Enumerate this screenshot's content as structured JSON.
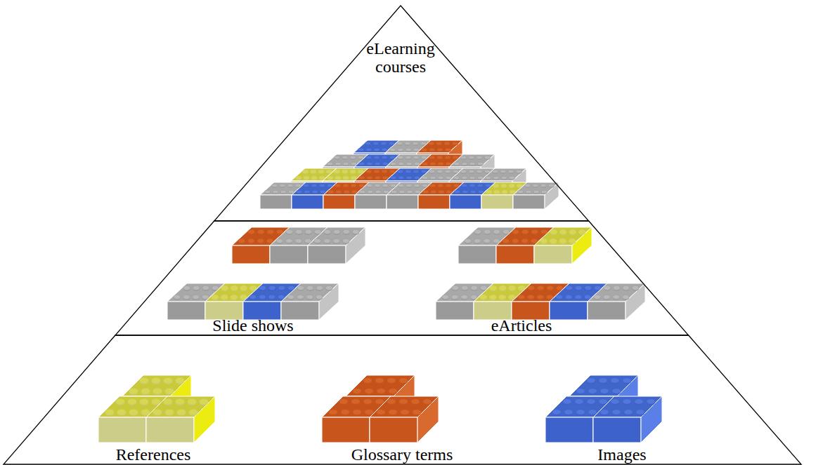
{
  "diagram": {
    "nodes": [
      {
        "text": [
          "eLearning courses"
        ]
      },
      {
        "text": [
          "Slide shows",
          "eArticles"
        ]
      },
      {
        "text": [
          "References",
          "Glossary terms",
          "Images"
        ]
      }
    ]
  }
}
